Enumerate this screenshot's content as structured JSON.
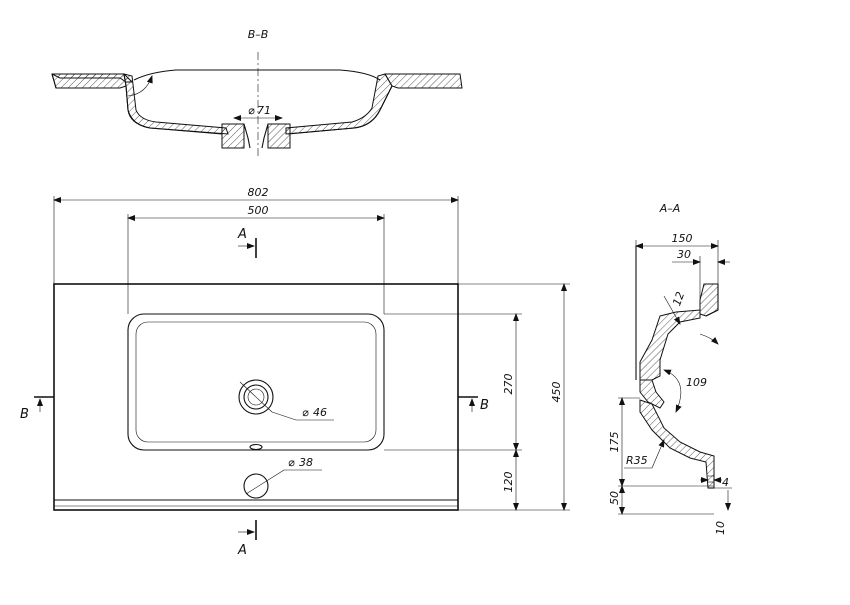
{
  "sections": {
    "bb_label": "B–B",
    "aa_label": "A–A"
  },
  "section_marks": {
    "a_top": "A",
    "a_bottom": "A",
    "b_left": "B",
    "b_right": "B"
  },
  "dimensions": {
    "overall_width": "802",
    "bowl_width": "500",
    "overall_depth": "450",
    "bowl_depth": "270",
    "front_to_bowl": "120",
    "drain_bb": "71",
    "drain_plan": "46",
    "tap_hole": "38",
    "profile_depth": "150",
    "profile_rim": "30",
    "profile_wall": "12",
    "profile_angle": "109",
    "profile_height": "175",
    "profile_radius": "R35",
    "profile_base": "50",
    "profile_lip": "4",
    "profile_front": "10"
  },
  "symbols": {
    "diameter": "⌀"
  }
}
